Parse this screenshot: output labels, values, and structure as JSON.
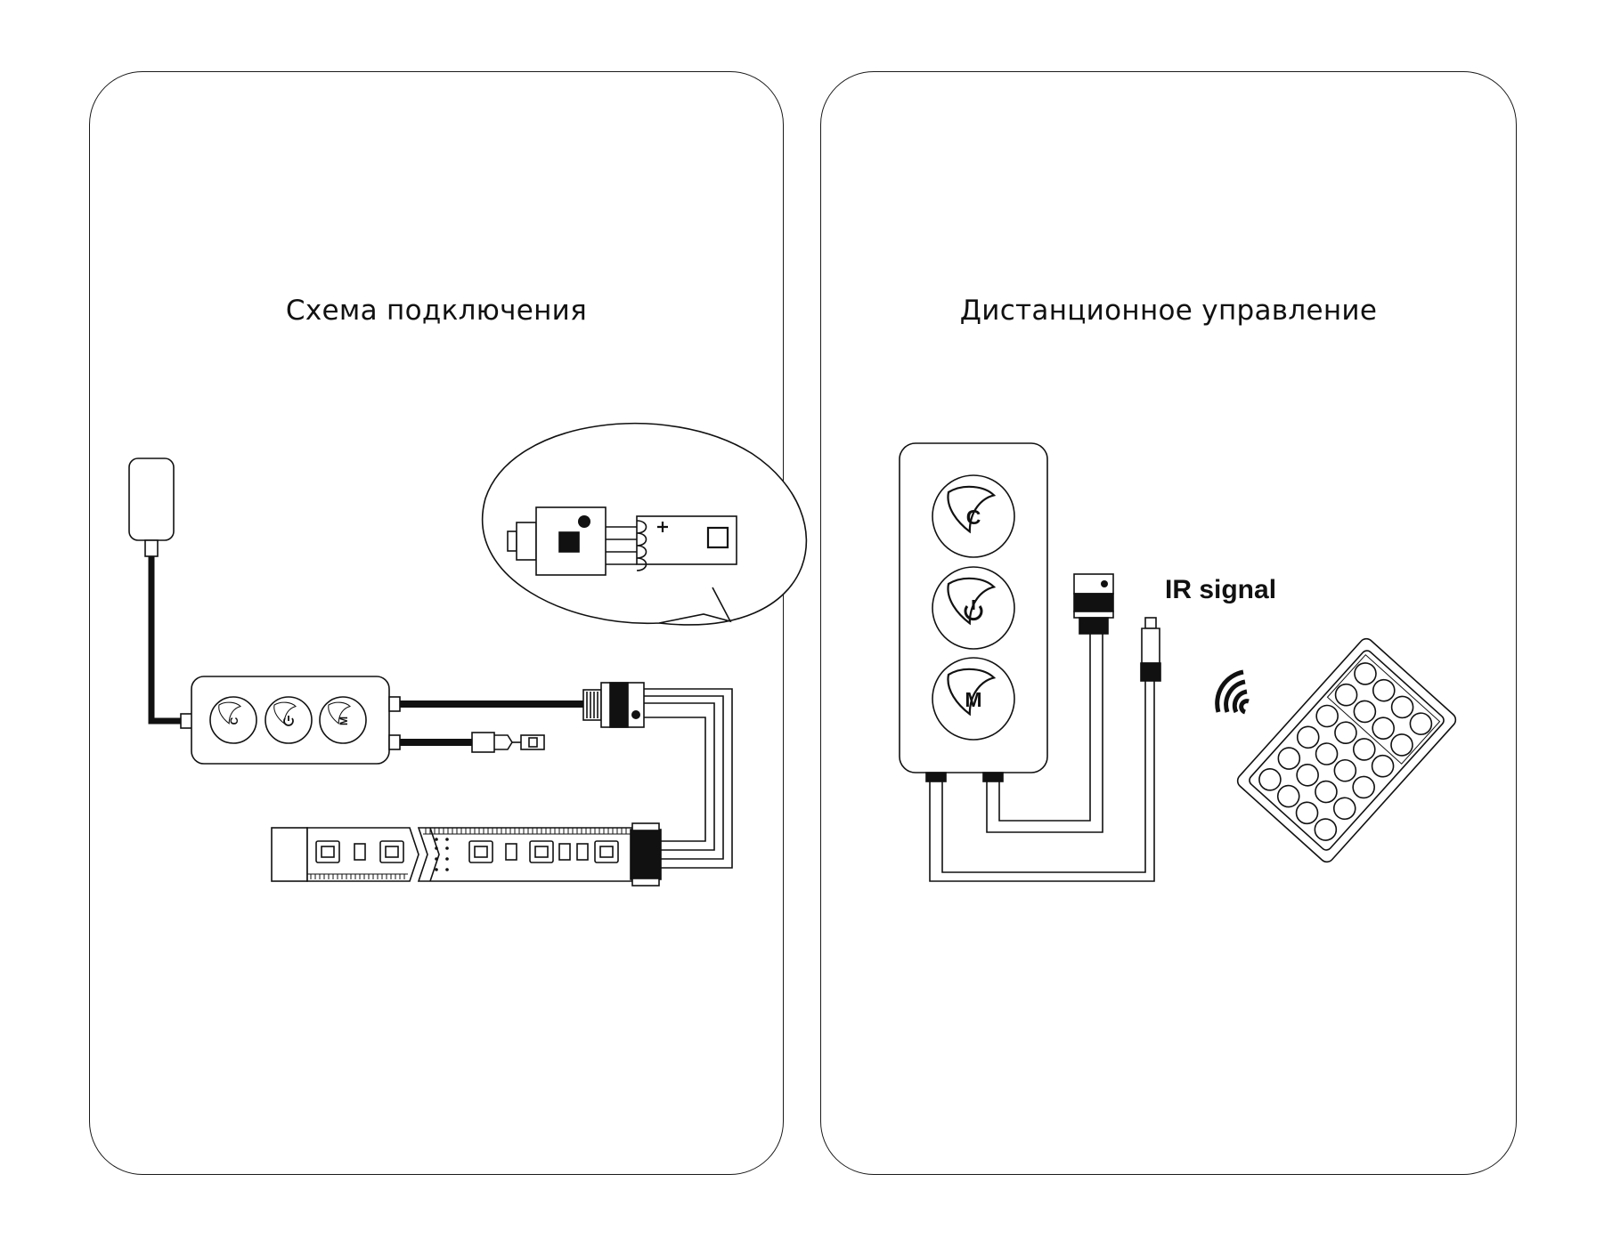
{
  "left_panel": {
    "title": "Схема подключения"
  },
  "right_panel": {
    "title": "Дистанционное управление"
  },
  "controller_buttons": {
    "c": "C",
    "m": "M"
  },
  "ir_label": "IR signal",
  "colors": {
    "stroke": "#111111",
    "background": "#ffffff"
  },
  "icons": [
    "power-icon",
    "leaf-icon",
    "wifi-signal-icon"
  ]
}
